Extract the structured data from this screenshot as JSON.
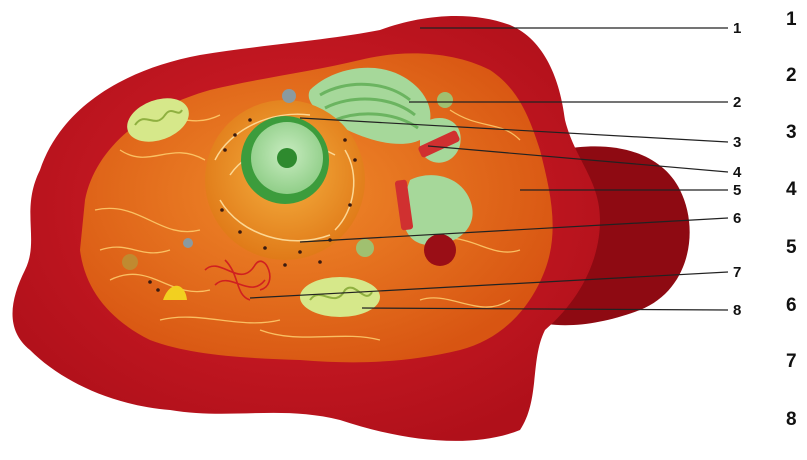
{
  "diagram": {
    "labels": [
      "1",
      "2",
      "3",
      "4",
      "5",
      "6",
      "7",
      "8"
    ],
    "side_numbers": [
      "1",
      "2",
      "3",
      "4",
      "5",
      "6",
      "7",
      "8"
    ]
  },
  "colors": {
    "membrane": "#c8141c",
    "cytoplasm": "#e6641a",
    "nucleus_envelope": "#f2a030",
    "nucleolus": "#3aa03a",
    "golgi": "#a6d89a",
    "mitochondria": "#d6e88a",
    "leader_line": "#222222"
  }
}
